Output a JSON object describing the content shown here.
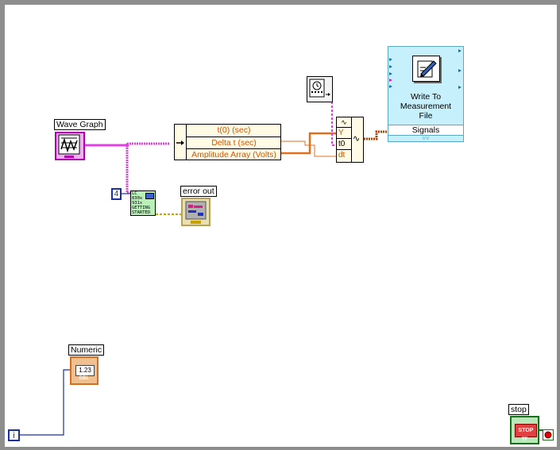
{
  "labels": {
    "wave_graph": "Wave Graph",
    "error_out": "error out",
    "numeric": "Numeric",
    "stop": "stop"
  },
  "unbundle": {
    "rows": [
      "t(0) (sec)",
      "Delta t (sec)",
      "Amplitude Array (Volts)"
    ]
  },
  "build_waveform": {
    "terminals": [
      "Y",
      "t0",
      "dt"
    ]
  },
  "constant": {
    "value": "4"
  },
  "iteration": {
    "label": "i"
  },
  "numeric_indicator": {
    "value": "1.23",
    "type": "DBL"
  },
  "stop_button": {
    "text": "STOP",
    "type": "TF"
  },
  "getting_started": {
    "lines": [
      "LC",
      "830x",
      "931x",
      "GETTING",
      "STARTED"
    ]
  },
  "write_to_file": {
    "title_lines": [
      "Write To",
      "Measurement",
      "File"
    ],
    "input": "Signals"
  },
  "colors": {
    "waveform_wire": "#e040e0",
    "orange_wire": "#e07020",
    "numeric_wire": "#1a2fa0",
    "error_wire": "#c8a000",
    "express_bg": "#c6f0fb"
  }
}
